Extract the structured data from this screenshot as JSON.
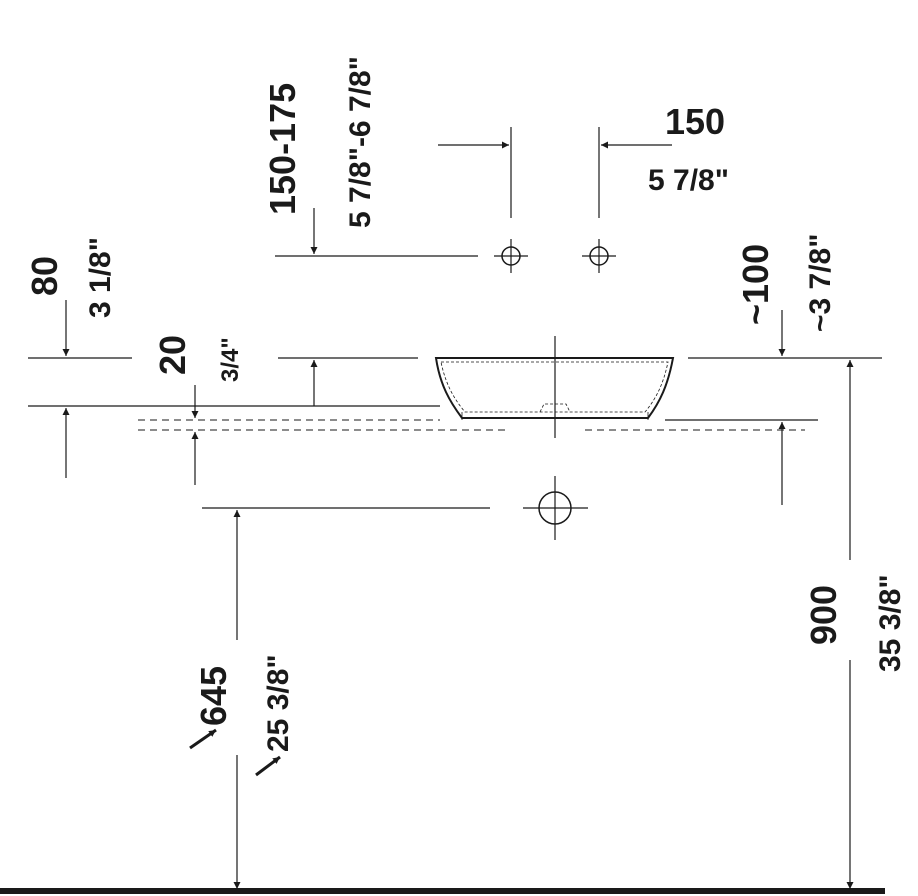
{
  "dimensions": {
    "tap_height_mm": "150-175",
    "tap_height_in": "5 7/8\"-6 7/8\"",
    "tap_spacing_mm": "150",
    "tap_spacing_in": "5 7/8\"",
    "tap_offset_mm": "80",
    "tap_offset_in": "3 1/8\"",
    "basin_height_mm": "20",
    "basin_height_in": "3/4\"",
    "outlet_drop_mm": "~100",
    "outlet_drop_in": "~3 7/8\"",
    "drain_height_mm": "645",
    "drain_height_in": "25 3/8\"",
    "counter_height_mm": "900",
    "counter_height_in": "35 3/8\""
  }
}
